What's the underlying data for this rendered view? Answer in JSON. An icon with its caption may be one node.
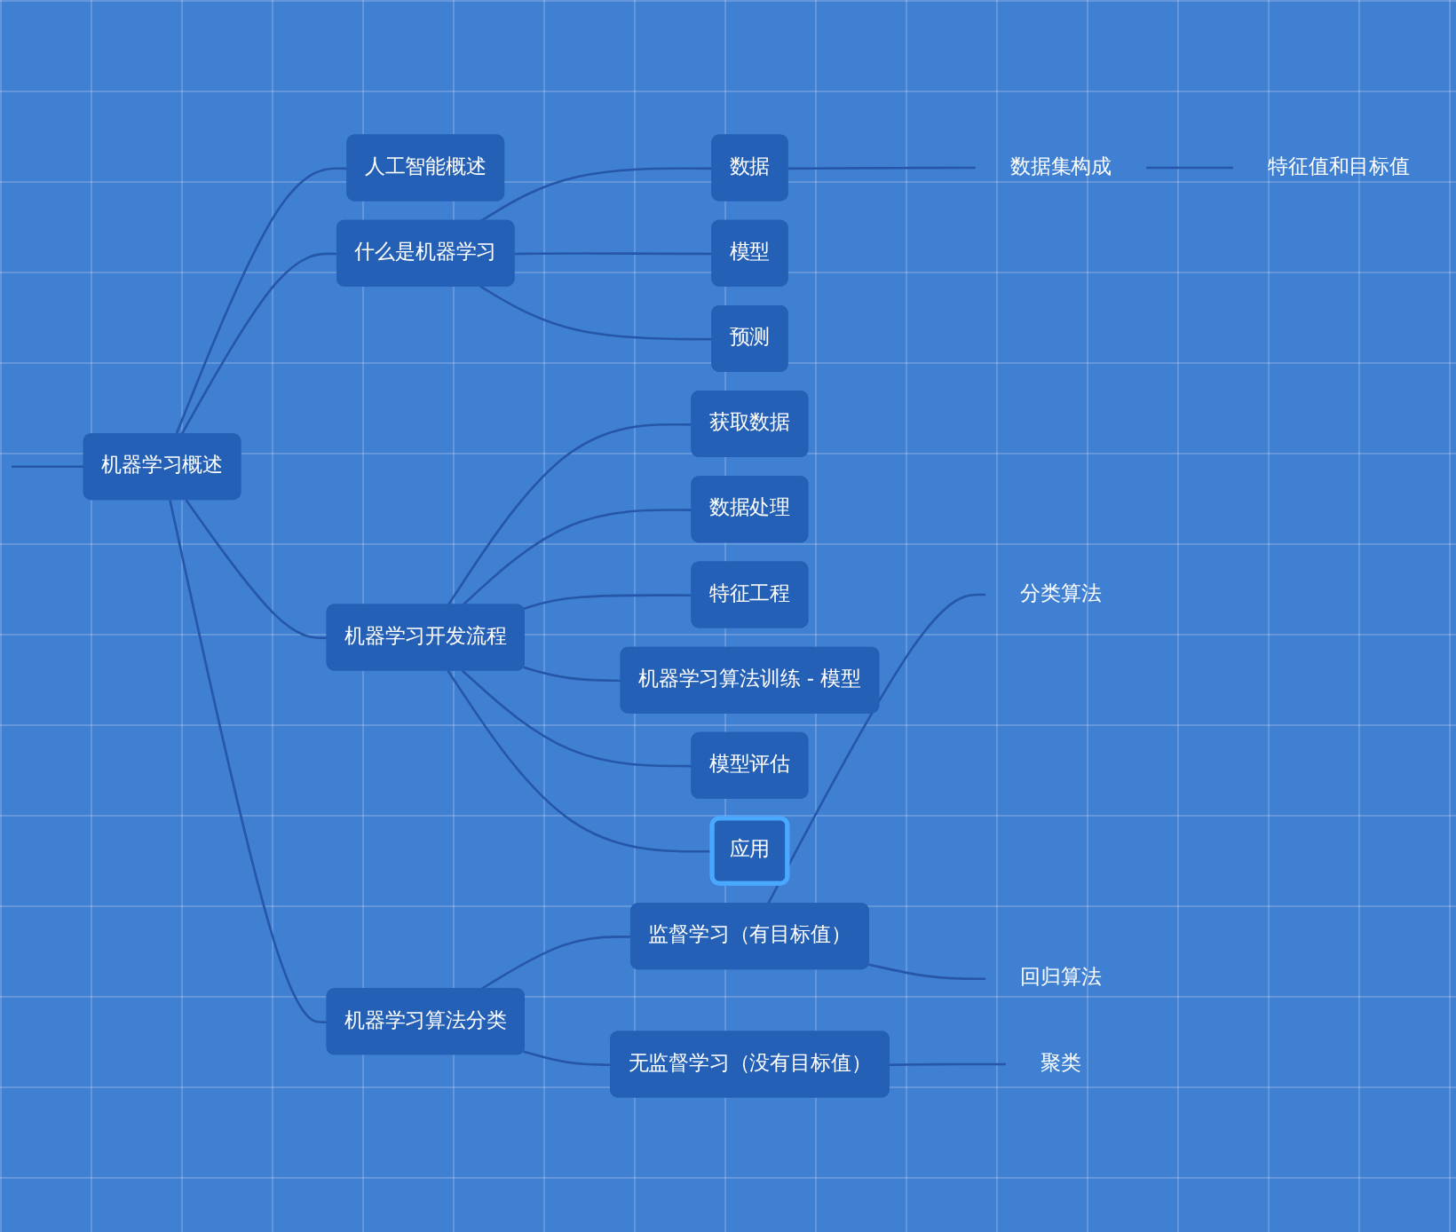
{
  "diagram": {
    "nodes": [
      {
        "text": [
          "机器学习概述"
        ]
      },
      {
        "text": [
          "人工智能概述"
        ]
      },
      {
        "text": [
          "什么是机器学习"
        ]
      },
      {
        "text": [
          "数据"
        ]
      },
      {
        "text": [
          "数据集构成"
        ]
      },
      {
        "text": [
          "特征值和目标值"
        ]
      },
      {
        "text": [
          "模型"
        ]
      },
      {
        "text": [
          "预测"
        ]
      },
      {
        "text": [
          "机器学习开发流程"
        ]
      },
      {
        "text": [
          "获取数据"
        ]
      },
      {
        "text": [
          "数据处理"
        ]
      },
      {
        "text": [
          "特征工程"
        ]
      },
      {
        "text": [
          "机器学习算法训练 - 模型"
        ]
      },
      {
        "text": [
          "模型评估"
        ]
      },
      {
        "text": [
          "应用"
        ]
      },
      {
        "text": [
          "机器学习算法分类"
        ]
      },
      {
        "text": [
          "监督学习（有目标值）"
        ]
      },
      {
        "text": [
          "分类算法"
        ]
      },
      {
        "text": [
          "回归算法"
        ]
      },
      {
        "text": [
          "无监督学习（没有目标值）"
        ]
      },
      {
        "text": [
          "聚类"
        ]
      }
    ],
    "edges": [
      {
        "from": null,
        "to": 0,
        "arrow": "none"
      },
      {
        "from": 0,
        "to": 1,
        "arrow": "none"
      },
      {
        "from": 0,
        "to": 2,
        "arrow": "none"
      },
      {
        "from": 2,
        "to": 3,
        "arrow": "none"
      },
      {
        "from": 3,
        "to": 4,
        "arrow": "none"
      },
      {
        "from": 4,
        "to": 5,
        "arrow": "none"
      },
      {
        "from": 2,
        "to": 6,
        "arrow": "none"
      },
      {
        "from": 2,
        "to": 7,
        "arrow": "none"
      },
      {
        "from": 0,
        "to": 8,
        "arrow": "none"
      },
      {
        "from": 8,
        "to": 9,
        "arrow": "none"
      },
      {
        "from": 8,
        "to": 10,
        "arrow": "none"
      },
      {
        "from": 8,
        "to": 11,
        "arrow": "none"
      },
      {
        "from": 8,
        "to": 12,
        "arrow": "none"
      },
      {
        "from": 8,
        "to": 13,
        "arrow": "none"
      },
      {
        "from": 8,
        "to": 14,
        "arrow": "none"
      },
      {
        "from": 0,
        "to": 15,
        "arrow": "none"
      },
      {
        "from": 15,
        "to": 16,
        "arrow": "none"
      },
      {
        "from": 16,
        "to": 17,
        "arrow": "none"
      },
      {
        "from": 16,
        "to": 18,
        "arrow": "none"
      },
      {
        "from": 15,
        "to": 19,
        "arrow": "none"
      },
      {
        "from": 19,
        "to": 20,
        "arrow": "none"
      }
    ]
  }
}
